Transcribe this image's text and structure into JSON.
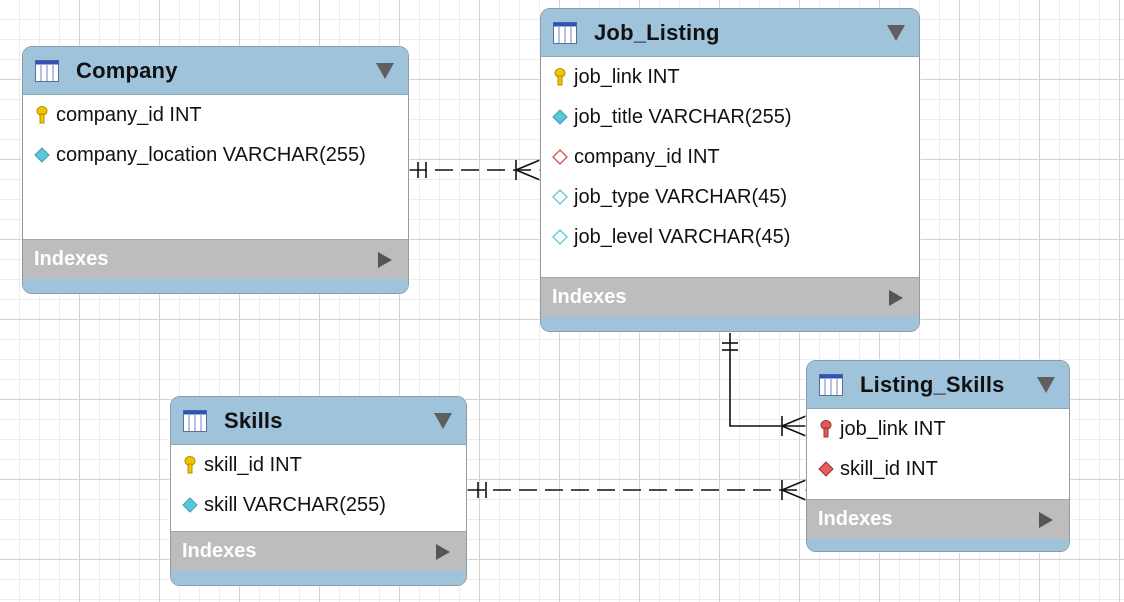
{
  "tables": {
    "company": {
      "name": "Company",
      "columns": [
        {
          "key": "primary-key",
          "text": "company_id INT"
        },
        {
          "key": "attribute",
          "text": "company_location VARCHAR(255)"
        }
      ],
      "indexes_label": "Indexes"
    },
    "job_listing": {
      "name": "Job_Listing",
      "columns": [
        {
          "key": "primary-key",
          "text": "job_link INT"
        },
        {
          "key": "attribute",
          "text": "job_title VARCHAR(255)"
        },
        {
          "key": "foreign-key",
          "text": "company_id INT"
        },
        {
          "key": "attribute-nullable",
          "text": "job_type VARCHAR(45)"
        },
        {
          "key": "attribute-nullable",
          "text": "job_level VARCHAR(45)"
        }
      ],
      "indexes_label": "Indexes"
    },
    "skills": {
      "name": "Skills",
      "columns": [
        {
          "key": "primary-key",
          "text": "skill_id INT"
        },
        {
          "key": "attribute",
          "text": "skill VARCHAR(255)"
        }
      ],
      "indexes_label": "Indexes"
    },
    "listing_skills": {
      "name": "Listing_Skills",
      "columns": [
        {
          "key": "primary-foreign-key",
          "text": "job_link INT"
        },
        {
          "key": "foreign-key-filled",
          "text": "skill_id INT"
        }
      ],
      "indexes_label": "Indexes"
    }
  },
  "relationships": [
    {
      "from": "Company",
      "to": "Job_Listing",
      "type": "one-to-many",
      "identifying": false
    },
    {
      "from": "Job_Listing",
      "to": "Listing_Skills",
      "type": "one-to-many",
      "identifying": true
    },
    {
      "from": "Skills",
      "to": "Listing_Skills",
      "type": "one-to-many",
      "identifying": false
    }
  ],
  "colors": {
    "header": "#9ec3db",
    "indexes_bar": "#bdbdbd",
    "primary_key": "#f2c500",
    "attribute": "#5ac8d8",
    "foreign_key": "#d05050"
  }
}
